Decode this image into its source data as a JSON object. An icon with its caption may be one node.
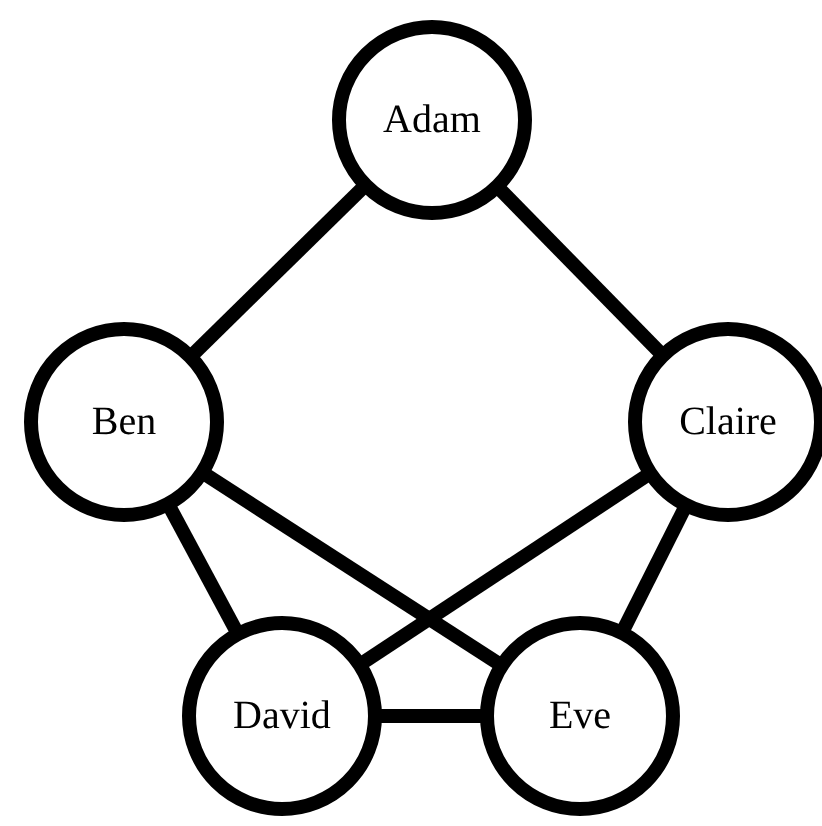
{
  "diagram": {
    "nodes": [
      {
        "text": [
          "Adam"
        ]
      },
      {
        "text": [
          "Ben"
        ]
      },
      {
        "text": [
          "Claire"
        ]
      },
      {
        "text": [
          "David"
        ]
      },
      {
        "text": [
          "Eve"
        ]
      }
    ],
    "edges": [
      {
        "from": 0,
        "to": 1,
        "arrow": "none"
      },
      {
        "from": 0,
        "to": 2,
        "arrow": "none"
      },
      {
        "from": 1,
        "to": 3,
        "arrow": "none"
      },
      {
        "from": 1,
        "to": 4,
        "arrow": "none"
      },
      {
        "from": 2,
        "to": 3,
        "arrow": "none"
      },
      {
        "from": 2,
        "to": 4,
        "arrow": "none"
      },
      {
        "from": 3,
        "to": 4,
        "arrow": "none"
      }
    ]
  }
}
